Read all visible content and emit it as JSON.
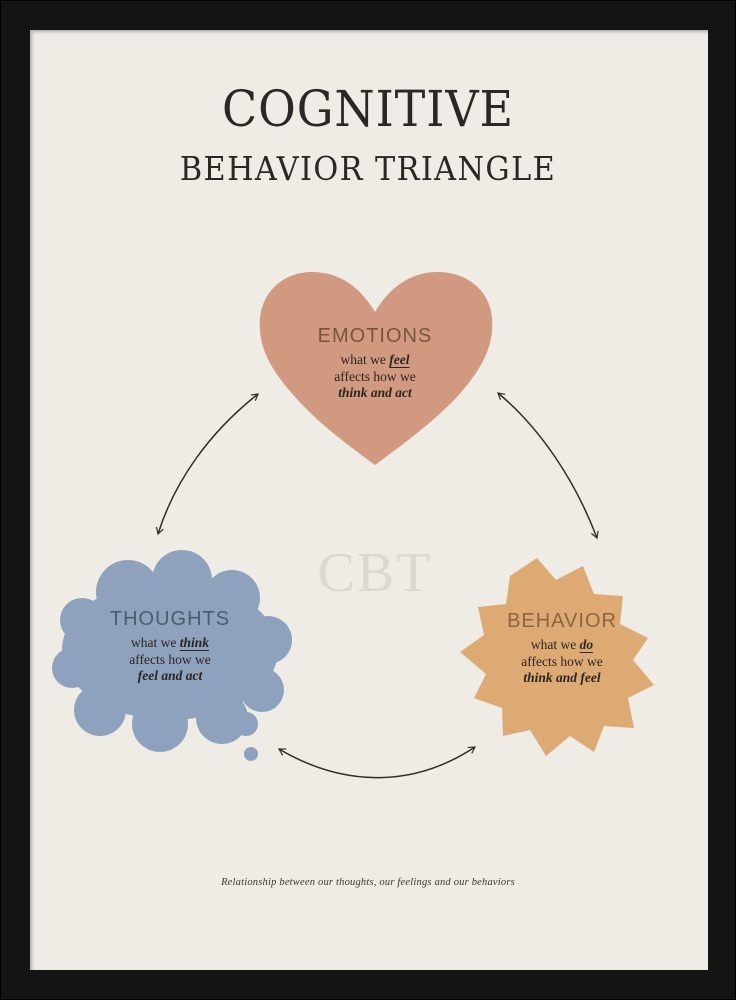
{
  "poster": {
    "title_main": "COGNITIVE",
    "title_sub": "BEHAVIOR TRIANGLE",
    "watermark": "CBT",
    "caption": "Relationship between our thoughts, our feelings and our behaviors"
  },
  "nodes": {
    "emotions": {
      "title": "EMOTIONS",
      "line1_prefix": "what we ",
      "line1_emphasis": "feel",
      "line2": "affects how we",
      "line3": "think and act",
      "shape": "heart",
      "color": "#d19a80",
      "title_color": "#7a5240"
    },
    "thoughts": {
      "title": "THOUGHTS",
      "line1_prefix": "what we ",
      "line1_emphasis": "think",
      "line2": "affects how we",
      "line3": "feel and act",
      "shape": "thought-cloud",
      "color": "#8fa2bd",
      "title_color": "#4c5b6e"
    },
    "behavior": {
      "title": "BEHAVIOR",
      "line1_prefix": "what we ",
      "line1_emphasis": "do",
      "line2": "affects how we",
      "line3": "think and feel",
      "shape": "starburst",
      "color": "#deaa73",
      "title_color": "#8a6441"
    }
  },
  "arrows": [
    {
      "from": "thoughts",
      "to": "emotions",
      "type": "bidirectional"
    },
    {
      "from": "emotions",
      "to": "behavior",
      "type": "bidirectional"
    },
    {
      "from": "thoughts",
      "to": "behavior",
      "type": "bidirectional"
    }
  ],
  "colors": {
    "frame": "#141414",
    "paper": "#efebe5",
    "ink": "#2a2826",
    "arrow": "#2f2c2a"
  }
}
